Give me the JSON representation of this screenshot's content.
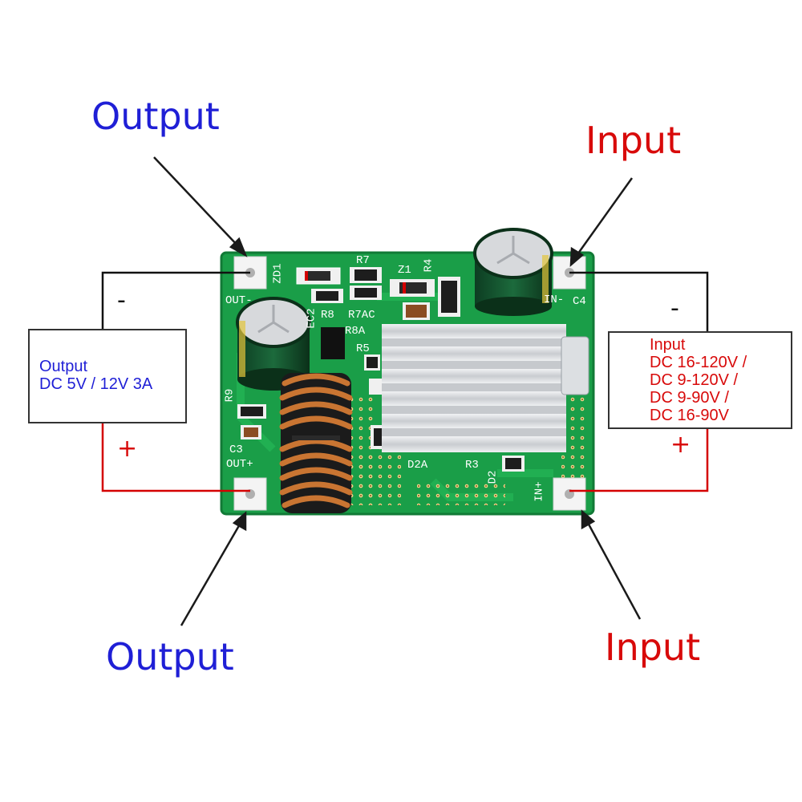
{
  "callouts": {
    "output_top": "Output",
    "input_top": "Input",
    "output_bottom": "Output",
    "input_bottom": "Input"
  },
  "polarity": {
    "left_minus": "-",
    "left_plus": "+",
    "right_minus": "-",
    "right_plus": "+"
  },
  "output_box": {
    "title": "Output",
    "spec": "DC 5V / 12V 3A"
  },
  "input_box": {
    "title": "Input",
    "specs": [
      "DC 16-120V /",
      "DC 9-120V /",
      "DC 9-90V /",
      "DC 16-90V"
    ]
  },
  "board_labels": {
    "out_minus": "OUT-",
    "out_plus": "OUT+",
    "in_minus": "IN-",
    "in_plus": "IN+",
    "zd1": "ZD1",
    "r7": "R7",
    "z1": "Z1",
    "r4": "R4",
    "c4": "C4",
    "r8": "R8",
    "r7ac": "R7AC",
    "r8a": "R8A",
    "r5": "R5",
    "r9": "R9",
    "c3": "C3",
    "d2a": "D2A",
    "r3": "R3",
    "d2": "D2",
    "ec2": "EC2"
  },
  "colors": {
    "board": "#1a9e48",
    "heatsink": "#d9dbde",
    "coil": "#b8692a",
    "wire_black": "#111111",
    "wire_red": "#d40000",
    "callout_blue": "#1f1fd6",
    "callout_red": "#d80a0a"
  }
}
